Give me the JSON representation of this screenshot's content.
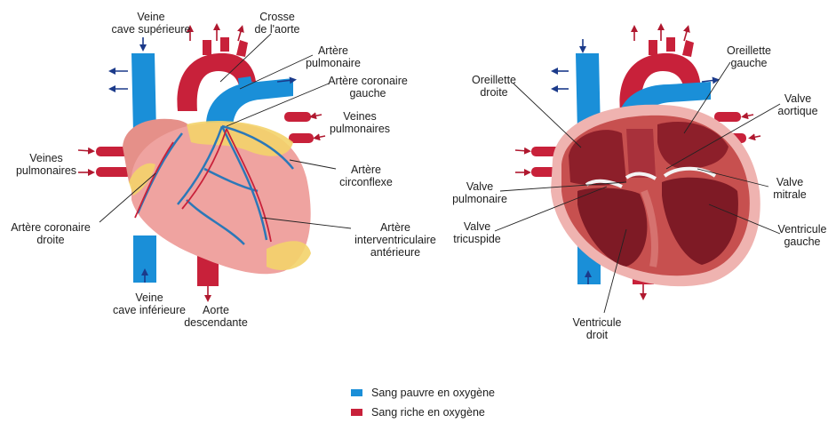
{
  "colors": {
    "deoxygenated": "#1a8fd8",
    "oxygenated": "#c8213a",
    "heart_muscle": "#efa3a0",
    "fat": "#f3d36a"
  },
  "labels": {
    "veine_cave_superieure": [
      "Veine",
      "cave supérieure"
    ],
    "crosse_aorte": [
      "Crosse",
      "de l'aorte"
    ],
    "artere_pulmonaire": [
      "Artère",
      "pulmonaire"
    ],
    "artere_coronaire_gauche": [
      "Artère coronaire",
      "gauche"
    ],
    "veines_pulmonaires_right": [
      "Veines",
      "pulmonaires"
    ],
    "veines_pulmonaires_left": [
      "Veines",
      "pulmonaires"
    ],
    "artere_circonflexe": [
      "Artère",
      "circonflexe"
    ],
    "artere_coronaire_droite": [
      "Artère coronaire",
      "droite"
    ],
    "artere_interventriculaire": [
      "Artère",
      "interventriculaire",
      "antérieure"
    ],
    "veine_cave_inferieure": [
      "Veine",
      "cave inférieure"
    ],
    "aorte_descendante": [
      "Aorte",
      "descendante"
    ],
    "oreillette_droite": [
      "Oreillette",
      "droite"
    ],
    "oreillette_gauche": [
      "Oreillette",
      "gauche"
    ],
    "valve_aortique": [
      "Valve",
      "aortique"
    ],
    "valve_pulmonaire": [
      "Valve",
      "pulmonaire"
    ],
    "valve_mitrale": [
      "Valve",
      "mitrale"
    ],
    "valve_tricuspide": [
      "Valve",
      "tricuspide"
    ],
    "ventricule_gauche": [
      "Ventricule",
      "gauche"
    ],
    "ventricule_droit": [
      "Ventricule",
      "droit"
    ]
  },
  "legend": [
    {
      "label": "Sang pauvre en oxygène",
      "color": "#1a8fd8"
    },
    {
      "label": "Sang riche en oxygène",
      "color": "#c8213a"
    }
  ]
}
